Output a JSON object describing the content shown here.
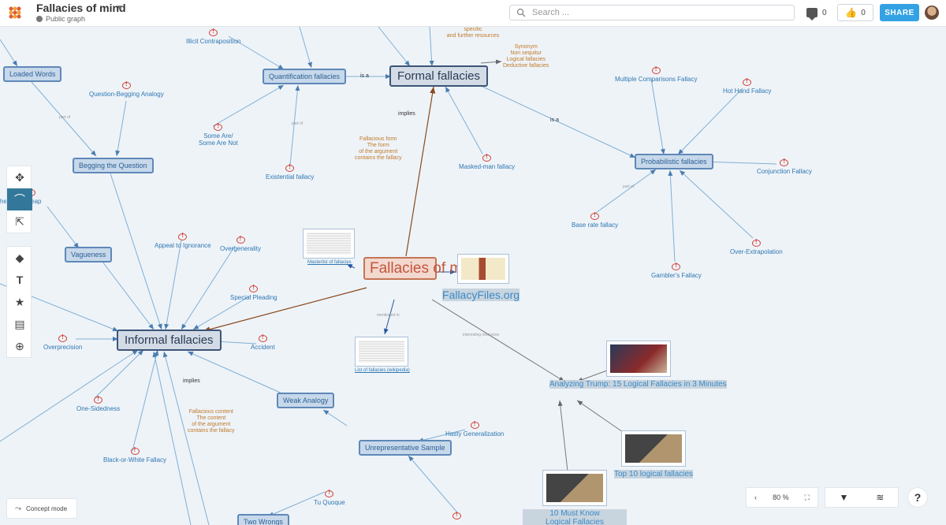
{
  "header": {
    "title": "Fallacies of mind",
    "subtitle": "Public graph",
    "search_placeholder": "Search ...",
    "comments_count": "0",
    "likes_count": "0",
    "share_label": "SHARE"
  },
  "nodes": {
    "central": "Fallacies of mind",
    "formal": "Formal fallacies",
    "informal": "Informal fallacies",
    "probabilistic": "Probabilistic fallacies",
    "quantification": "Quantification fallacies",
    "loaded_words": "Loaded Words",
    "begging": "Begging the Question",
    "vagueness": "Vagueness",
    "weak_analogy": "Weak Analogy",
    "unrepresentative": "Unrepresentative Sample",
    "two_wrongs": "Two Wrongs"
  },
  "leaves": {
    "illicit": "Illicit Contraposition",
    "question_begging": "Question-Begging Analogy",
    "some_are_1": "Some Are/",
    "some_are_2": "Some Are Not",
    "existential": "Existential fallacy",
    "masked_man": "Masked-man fallacy",
    "multiple": "Multiple Comparisons Fallacy",
    "hot_hand": "Hot Hand Fallacy",
    "conjunction": "Conjunction Fallacy",
    "base_rate": "Base rate fallacy",
    "over_extrapolation": "Over-Extrapolation",
    "gamblers": "Gambler's Fallacy",
    "heap": "he    of the Heap",
    "appeal": "Appeal to Ignorance",
    "overgenerality": "Overgenerality",
    "special": "Special Pleading",
    "overprecision": "Overprecision",
    "accident": "Accident",
    "one_sided": "One-Sidedness",
    "black_white": "Black-or-White Fallacy",
    "hasty": "Hasty Generalization",
    "tu_quoque": "Tu Quoque"
  },
  "notes": {
    "synonym": [
      "Synonym",
      "Non sequitur",
      "Logical fallacies",
      "Deductive fallacies"
    ],
    "form": [
      "Fallacious form",
      "The form",
      "of the argument",
      "contains the fallacy"
    ],
    "content": [
      "Fallacious content",
      "The content",
      "of the argument",
      "contains the fallacy"
    ]
  },
  "edge_labels": {
    "is_a_1": "is a",
    "is_a_2": "is a",
    "implies_1": "implies",
    "implies_2": "implies",
    "part_of": "part of",
    "mentioned_in": "mentioned in",
    "interesting": "interesting resources",
    "specific": "specific",
    "resources": "and further resources"
  },
  "resources": {
    "masterlist": "Masterlist of fallacies",
    "fallacyfiles": "FallacyFiles.org",
    "wiki": "List of fallacies (wikipedia)",
    "trump": "Analyzing Trump: 15 Logical Fallacies in 3 Minutes",
    "top10": "Top 10 logical fallacies",
    "must_know_1": "10 Must Know",
    "must_know_2": "Logical Fallacies"
  },
  "controls": {
    "concept_mode": "Concept mode",
    "zoom": "80 %",
    "help": "?"
  },
  "colors": {
    "accent": "#33a2e4",
    "node_border": "#5f88b8",
    "central_text": "#c4553a",
    "leaf_text": "#2f77b0",
    "note_text": "#c07a2a",
    "warning_icon": "#d14238"
  }
}
